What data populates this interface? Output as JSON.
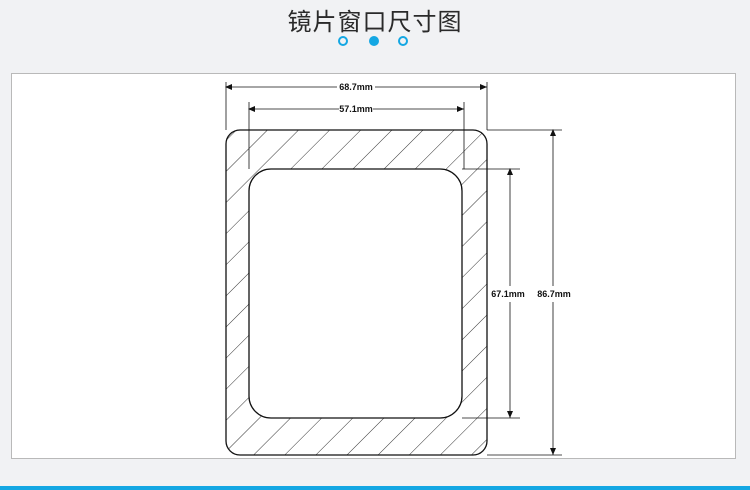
{
  "header": {
    "title": "镜片窗口尺寸图",
    "accent_color": "#14a7e3",
    "dots": [
      {
        "state": "outline"
      },
      {
        "state": "filled"
      },
      {
        "state": "outline"
      }
    ]
  },
  "diagram": {
    "outer_width_label": "68.7mm",
    "inner_width_label": "57.1mm",
    "inner_height_label": "67.1mm",
    "outer_height_label": "86.7mm"
  }
}
